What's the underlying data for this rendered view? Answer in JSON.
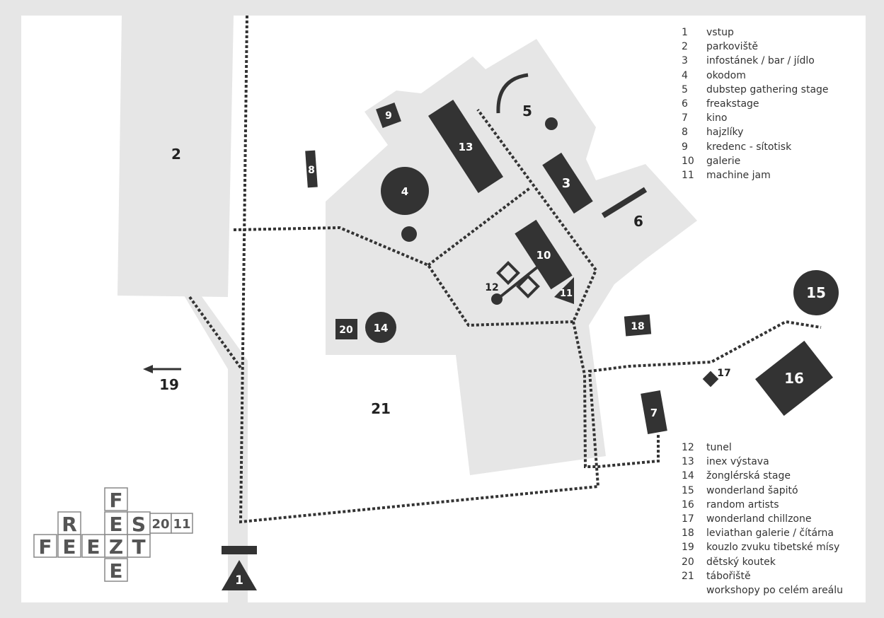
{
  "map_labels": {
    "m1": "1",
    "m2": "2",
    "m3": "3",
    "m4": "4",
    "m5": "5",
    "m6": "6",
    "m7": "7",
    "m8": "8",
    "m9": "9",
    "m10": "10",
    "m11": "11",
    "m12": "12",
    "m13": "13",
    "m14": "14",
    "m15": "15",
    "m16": "16",
    "m17": "17",
    "m18": "18",
    "m19": "19",
    "m20": "20",
    "m21": "21"
  },
  "legend_top": [
    {
      "num": "1",
      "label": "vstup"
    },
    {
      "num": "2",
      "label": "parkoviště"
    },
    {
      "num": "3",
      "label": "infostánek / bar / jídlo"
    },
    {
      "num": "4",
      "label": "okodom"
    },
    {
      "num": "5",
      "label": "dubstep gathering stage"
    },
    {
      "num": "6",
      "label": "freakstage"
    },
    {
      "num": "7",
      "label": "kino"
    },
    {
      "num": "8",
      "label": "hajzlíky"
    },
    {
      "num": "9",
      "label": "kredenc - sítotisk"
    },
    {
      "num": "10",
      "label": "galerie"
    },
    {
      "num": "11",
      "label": "machine jam"
    }
  ],
  "legend_bottom": [
    {
      "num": "12",
      "label": "tunel"
    },
    {
      "num": "13",
      "label": "inex výstava"
    },
    {
      "num": "14",
      "label": "žonglérská stage"
    },
    {
      "num": "15",
      "label": "wonderland šapitó"
    },
    {
      "num": "16",
      "label": "random artists"
    },
    {
      "num": "17",
      "label": "wonderland chillzone"
    },
    {
      "num": "18",
      "label": "leviathan galerie / čítárna"
    },
    {
      "num": "19",
      "label": "kouzlo zvuku tibetské mísy"
    },
    {
      "num": "20",
      "label": "dětský koutek"
    },
    {
      "num": "21",
      "label": "tábořiště"
    },
    {
      "num": "",
      "label": "workshopy po celém areálu"
    }
  ],
  "logo": {
    "text": "FREEZE FEST 2011",
    "year_a": "20",
    "year_b": "11",
    "letters": [
      "F",
      "R",
      "E",
      "S",
      "T",
      "F",
      "E",
      "E",
      "Z",
      "E"
    ]
  },
  "colors": {
    "background": "#e6e6e6",
    "paper": "#ffffff",
    "area": "#e6e6e6",
    "marker": "#333333",
    "marker_text": "#ffffff",
    "path": "#333333"
  }
}
